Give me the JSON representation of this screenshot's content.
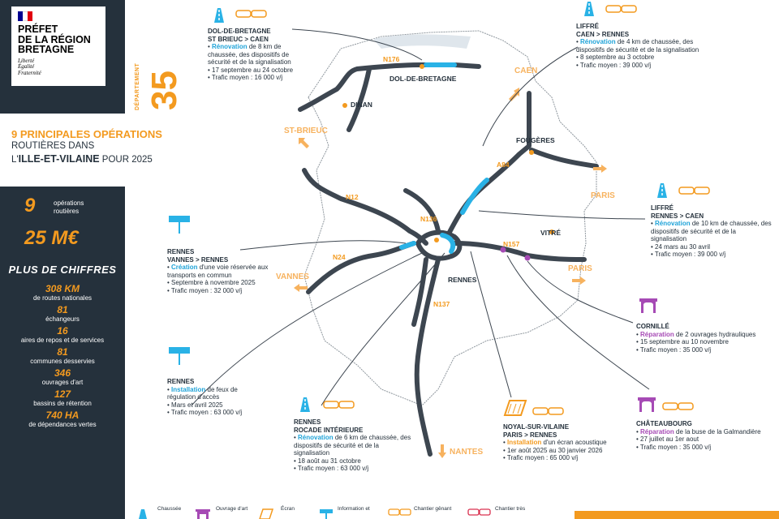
{
  "header": {
    "brand_lines": [
      "PRÉFET",
      "DE LA RÉGION",
      "BRETAGNE"
    ],
    "motto": [
      "Liberté",
      "Égalité",
      "Fraternité"
    ],
    "dept_label": "DÉPARTEMENT",
    "dept_number": "35",
    "title_line1": "9 PRINCIPALES OPÉRATIONS",
    "title_line2": "ROUTIÈRES DANS",
    "title_line3_prefix": "L'",
    "title_line3_bold": "ILLE-ET-VILAINE",
    "title_line3_suffix": " POUR 2025"
  },
  "stats": {
    "operations_value": "9",
    "operations_label_1": "opérations",
    "operations_label_2": "routières",
    "budget": "25 M€",
    "more_title": "PLUS DE CHIFFRES",
    "figures": [
      {
        "value": "308 KM",
        "label": "de routes nationales"
      },
      {
        "value": "81",
        "label": "échangeurs"
      },
      {
        "value": "16",
        "label": "aires de repos et de services"
      },
      {
        "value": "81",
        "label": "communes desservies"
      },
      {
        "value": "346",
        "label": "ouvrages d'art"
      },
      {
        "value": "127",
        "label": "bassins de rétention"
      },
      {
        "value": "740 HA",
        "label": "de dépendances vertes"
      }
    ]
  },
  "map": {
    "cities": {
      "dol": "DOL-DE-BRETAGNE",
      "dinan": "DINAN",
      "fougeres": "FOUGÈRES",
      "vitre": "VITRÉ",
      "rennes": "RENNES"
    },
    "destinations": {
      "caen": "CAEN",
      "st_brieuc": "ST-BRIEUC",
      "paris_1": "PARIS",
      "paris_2": "PARIS",
      "vannes": "VANNES",
      "nantes": "NANTES"
    },
    "roads": {
      "n176": "N176",
      "a84": "A84",
      "n12": "N12",
      "n136": "N136",
      "n157": "N157",
      "n24": "N24",
      "n137": "N137"
    },
    "colors": {
      "road": "#3d4650",
      "works": "#29b2e6",
      "accent": "#f39a1f",
      "purple": "#a64ab5",
      "land": "#ffffff",
      "border": "#8f979e"
    }
  },
  "operations": [
    {
      "id": "dol",
      "place": "DOL-DE-BRETAGNE",
      "direction": "ST BRIEUC > CAEN",
      "action": "Rénovation",
      "detail": " de 8 km de chaussée, des dispositifs de sécurité et de la signalisation",
      "dates": "17 septembre au 24 octobre",
      "traffic": "Trafic moyen : 16 000 v/j",
      "icon": "roadway-icon"
    },
    {
      "id": "liffre1",
      "place": "LIFFRÉ",
      "direction": "CAEN > RENNES",
      "action": "Rénovation",
      "detail": " de 4 km de chaussée, des dispositifs de sécurité et de la signalisation",
      "dates": "8 septembre au 3 octobre",
      "traffic": "Trafic moyen : 39 000 v/j",
      "icon": "roadway-icon"
    },
    {
      "id": "liffre2",
      "place": "LIFFRÉ",
      "direction": "RENNES > CAEN",
      "action": "Rénovation",
      "detail": " de 10 km de chaussée, des dispositifs de sécurité et de la signalisation",
      "dates": "24 mars au 30 avril",
      "traffic": "Trafic moyen : 39 000 v/j",
      "icon": "roadway-icon"
    },
    {
      "id": "vannes",
      "place": "RENNES",
      "direction": "VANNES > RENNES",
      "action": "Création",
      "detail": " d'une voie réservée aux transports en commun",
      "dates": "Septembre à novembre 2025",
      "traffic": "Trafic moyen : 32 000 v/j",
      "icon": "information-icon"
    },
    {
      "id": "cornille",
      "place": "CORNILLÉ",
      "direction": "",
      "action": "Réparation",
      "detail": " de 2 ouvrages hydrauliques",
      "dates": "15 septembre au 10 novembre",
      "traffic": "Trafic moyen : 35 000 v/j",
      "icon": "bridge-icon"
    },
    {
      "id": "rennes-feux",
      "place": "RENNES",
      "direction": "",
      "action": "Installation",
      "detail": " de feux de régulation d'accès",
      "dates": "Mars et avril 2025",
      "traffic": "Trafic moyen : 63 000 v/j",
      "icon": "information-icon"
    },
    {
      "id": "rocade",
      "place": "RENNES",
      "direction": "ROCADE INTÉRIEURE",
      "action": "Rénovation",
      "detail": " de 6 km de chaussée, des dispositifs de sécurité et de la signalisation",
      "dates": "18 août au 31 octobre",
      "traffic": "Trafic moyen : 63 000 v/j",
      "icon": "roadway-icon"
    },
    {
      "id": "noyal",
      "place": "NOYAL-SUR-VILAINE",
      "direction": "PARIS > RENNES",
      "action": "Installation",
      "detail": " d'un écran acoustique",
      "dates": "1er août 2025 au 30 janvier 2026",
      "traffic": "Trafic moyen : 65 000 v/j",
      "icon": "acoustic-screen-icon"
    },
    {
      "id": "chateaubourg",
      "place": "CHÂTEAUBOURG",
      "direction": "",
      "action": "Réparation",
      "detail": " de la buse de la Galmandière",
      "dates": "27 juillet au 1er aout",
      "traffic": "Trafic moyen : 35 000 v/j",
      "icon": "bridge-icon"
    }
  ],
  "legend": [
    {
      "label": "Chaussée",
      "icon": "roadway-icon"
    },
    {
      "label": "Ouvrage d'art",
      "icon": "bridge-icon"
    },
    {
      "label": "Écran",
      "icon": "acoustic-screen-icon"
    },
    {
      "label": "Information et",
      "icon": "information-icon"
    },
    {
      "label": "Chantier gênant",
      "icon": "cars-orange-icon"
    },
    {
      "label": "Chantier très",
      "icon": "cars-red-icon"
    }
  ]
}
